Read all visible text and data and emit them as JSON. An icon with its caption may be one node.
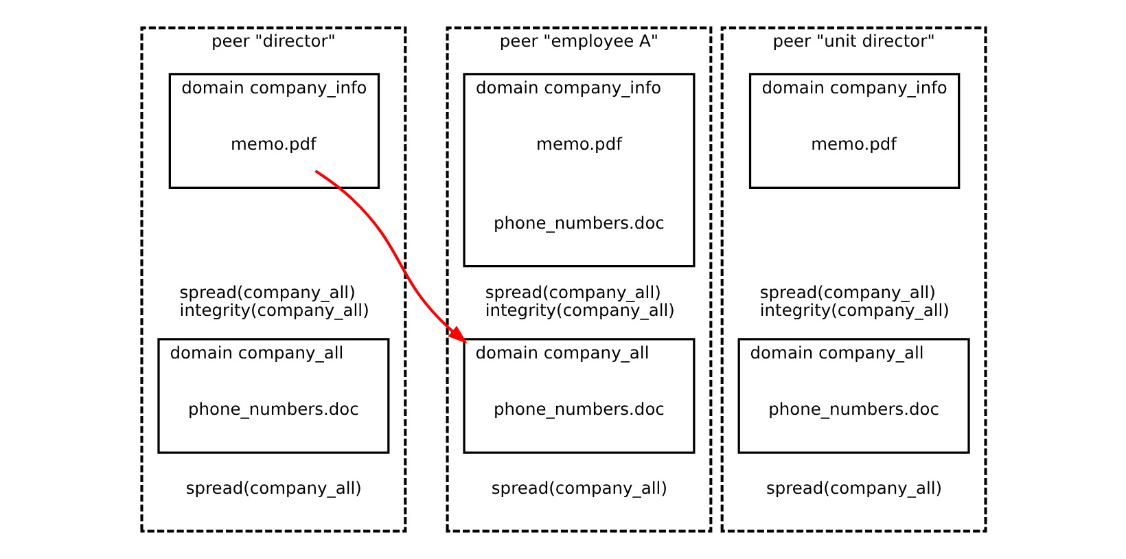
{
  "diagram": {
    "nodes": [
      {
        "text": [
          "peer \"director\""
        ]
      },
      {
        "text": [
          "domain company_info"
        ],
        "in": 0,
        "beside": [
          "spread(company_all)",
          "integrity(company_all)"
        ]
      },
      {
        "text": [
          "memo.pdf"
        ],
        "in": 1
      },
      {
        "text": [
          "domain company_all"
        ],
        "in": 0,
        "beside": [
          "spread(company_all)"
        ]
      },
      {
        "text": [
          "phone_numbers.doc"
        ],
        "in": 3
      },
      {
        "text": [
          "peer \"employee A\""
        ]
      },
      {
        "text": [
          "domain company_info"
        ],
        "in": 5,
        "beside": [
          "spread(company_all)",
          "integrity(company_all)"
        ]
      },
      {
        "text": [
          "memo.pdf"
        ],
        "in": 6
      },
      {
        "text": [
          "phone_numbers.doc"
        ],
        "in": 6
      },
      {
        "text": [
          "domain company_all"
        ],
        "in": 5,
        "beside": [
          "spread(company_all)"
        ]
      },
      {
        "text": [
          "phone_numbers.doc"
        ],
        "in": 9
      },
      {
        "text": [
          "peer \"unit director\""
        ]
      },
      {
        "text": [
          "domain company_info"
        ],
        "in": 11,
        "beside": [
          "spread(company_all)",
          "integrity(company_all)"
        ]
      },
      {
        "text": [
          "memo.pdf"
        ],
        "in": 12
      },
      {
        "text": [
          "domain company_all"
        ],
        "in": 11,
        "beside": [
          "spread(company_all)"
        ]
      },
      {
        "text": [
          "phone_numbers.doc"
        ],
        "in": 14
      }
    ],
    "edges": [
      {
        "from": 2,
        "to": 9,
        "arrow": "to",
        "color": "#ff0000"
      }
    ]
  }
}
